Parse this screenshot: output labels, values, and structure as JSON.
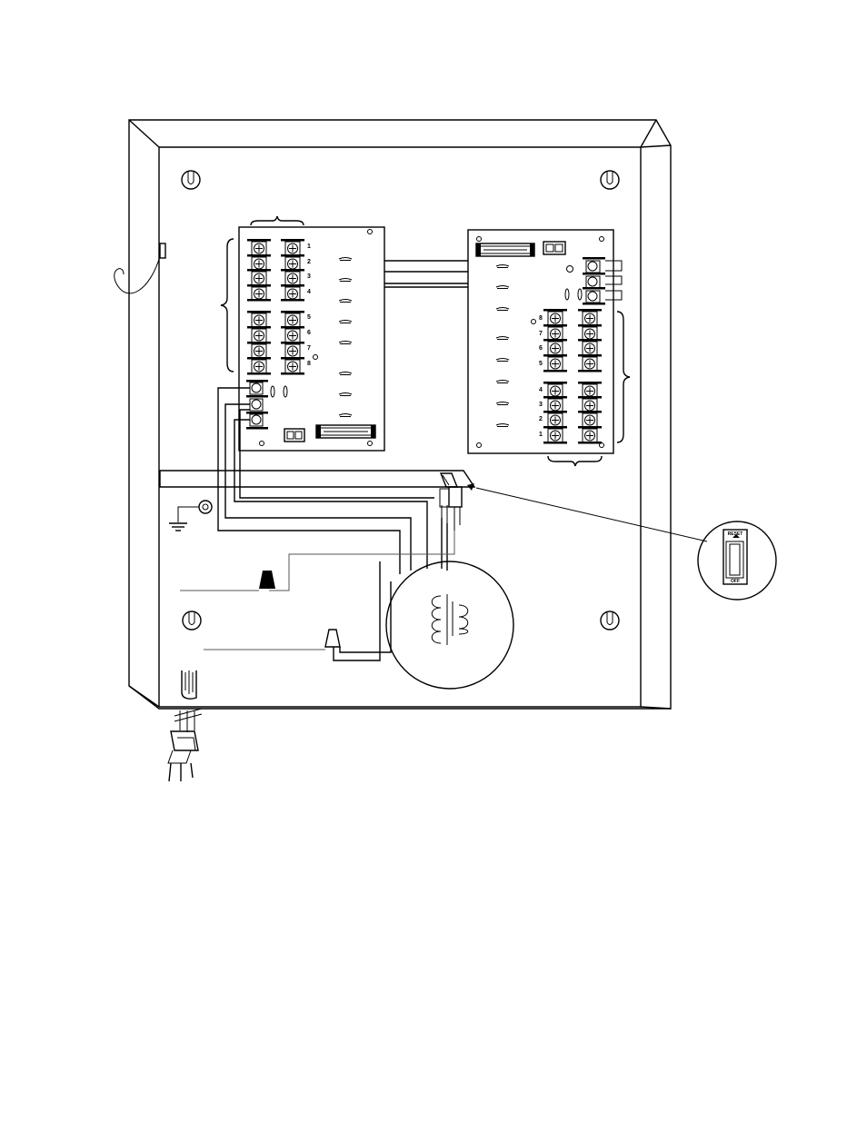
{
  "left_board": {
    "terminal_numbers": [
      "1",
      "2",
      "3",
      "4",
      "5",
      "6",
      "7",
      "8"
    ]
  },
  "right_board": {
    "terminal_numbers": [
      "8",
      "7",
      "6",
      "5",
      "4",
      "3",
      "2",
      "1"
    ]
  },
  "breaker": {
    "reset_label": "RESET",
    "off_label": "OFF"
  }
}
